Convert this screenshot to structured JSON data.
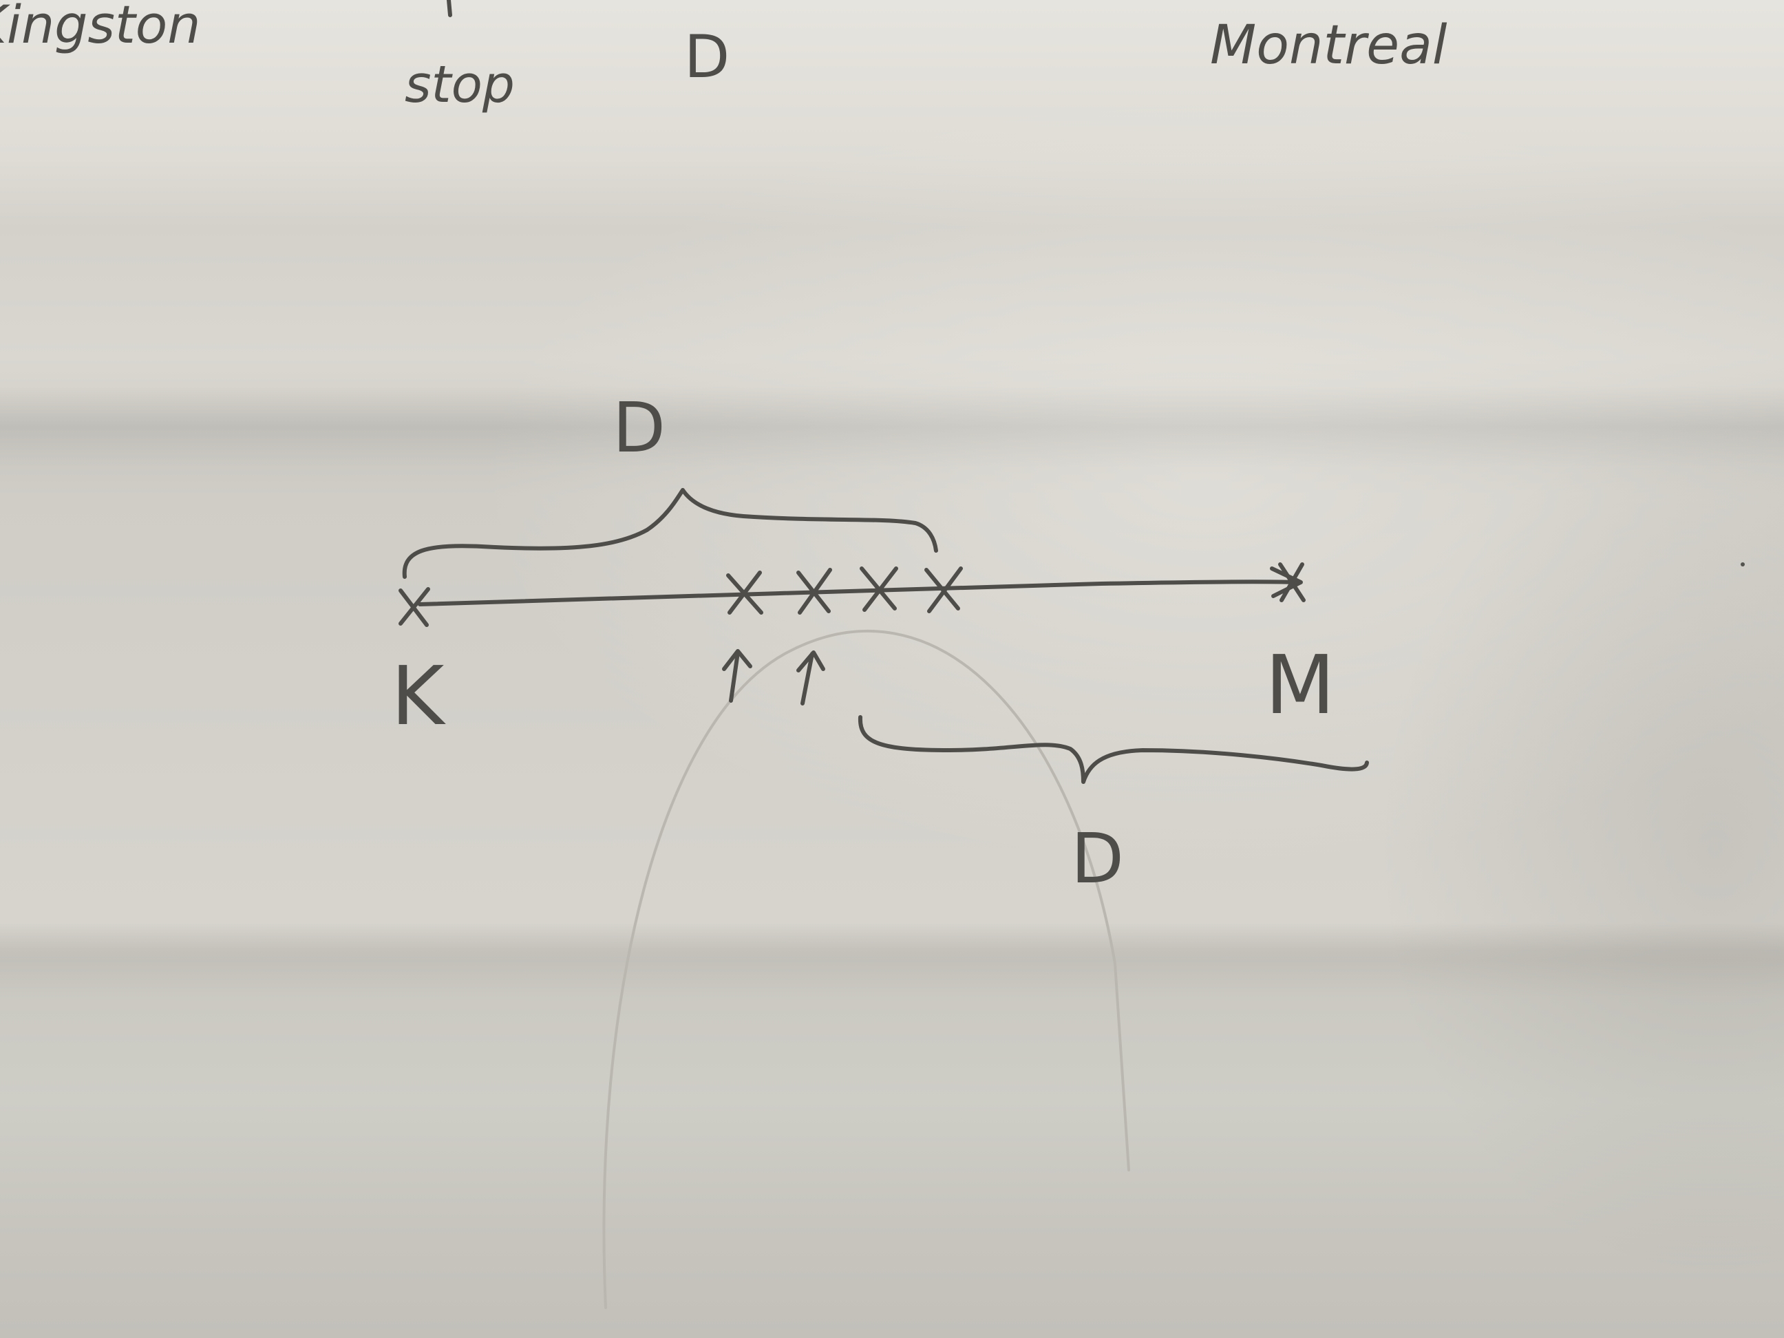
{
  "top_row": {
    "left_word": "Kingston",
    "stop_word": "stop",
    "middle_letter": "D",
    "right_word": "Montreal"
  },
  "diagram": {
    "start_label": "K",
    "end_label": "M",
    "upper_brace_label": "D",
    "lower_brace_label": "D"
  }
}
